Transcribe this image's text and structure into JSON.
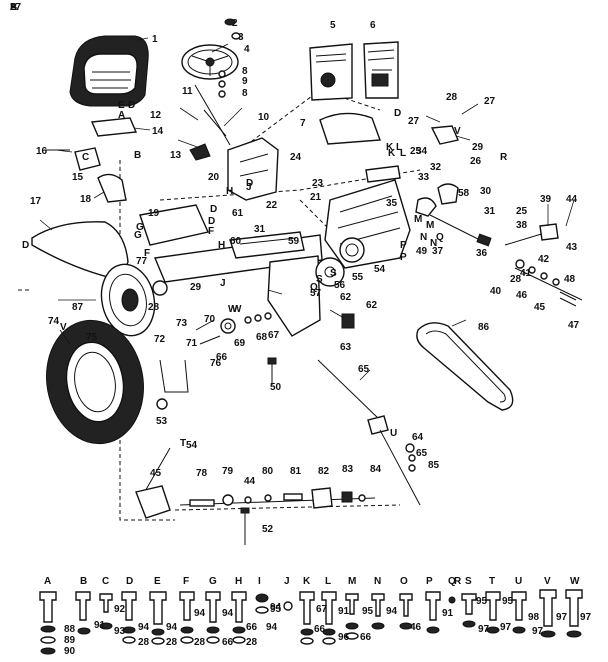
{
  "diagram": {
    "part_labels": [
      "1",
      "2",
      "3",
      "4",
      "8",
      "9",
      "8",
      "5",
      "6",
      "10",
      "11",
      "12",
      "13",
      "7",
      "28",
      "27",
      "27",
      "29",
      "14",
      "16",
      "15",
      "18",
      "17",
      "19",
      "20",
      "21",
      "22",
      "23",
      "24",
      "25",
      "26",
      "30",
      "31",
      "32",
      "33",
      "34",
      "25",
      "38",
      "39",
      "44",
      "43",
      "42",
      "41",
      "40",
      "46",
      "45",
      "47",
      "48",
      "28",
      "49",
      "36",
      "37",
      "35",
      "54",
      "55",
      "56",
      "57",
      "58",
      "31",
      "59",
      "60",
      "61",
      "62",
      "62",
      "63",
      "65",
      "64",
      "65",
      "85",
      "86",
      "50",
      "53",
      "54",
      "45",
      "78",
      "79",
      "80",
      "44",
      "81",
      "82",
      "83",
      "84",
      "52",
      "87",
      "74",
      "75",
      "73",
      "70",
      "69",
      "68",
      "67",
      "66",
      "71",
      "72",
      "76",
      "77",
      "29",
      "28",
      "27"
    ],
    "letter_labels": [
      "A",
      "B",
      "C",
      "D",
      "E",
      "F",
      "G",
      "H",
      "J",
      "K",
      "L",
      "M",
      "N",
      "P",
      "Q",
      "S",
      "V",
      "W",
      "D",
      "D",
      "D",
      "D",
      "F",
      "G",
      "H",
      "J",
      "S",
      "V",
      "W",
      "D",
      "Q",
      "P",
      "K",
      "L",
      "M",
      "N",
      "T",
      "U",
      "R",
      "B",
      "A"
    ],
    "hardware_row": {
      "letters": [
        "A",
        "B",
        "C",
        "D",
        "E",
        "F",
        "G",
        "H",
        "I",
        "J",
        "K",
        "L",
        "M",
        "N",
        "O",
        "P",
        "Q",
        "R",
        "S",
        "T",
        "U",
        "V",
        "W"
      ],
      "numbers": [
        "88",
        "89",
        "90",
        "91",
        "92",
        "93",
        "94",
        "28",
        "94",
        "28",
        "94",
        "28",
        "66",
        "94",
        "28",
        "66",
        "94",
        "94",
        "95",
        "67",
        "66",
        "91",
        "96",
        "95",
        "66",
        "94",
        "46",
        "91",
        "95",
        "97",
        "95",
        "97",
        "98",
        "97",
        "97",
        "97"
      ]
    }
  }
}
